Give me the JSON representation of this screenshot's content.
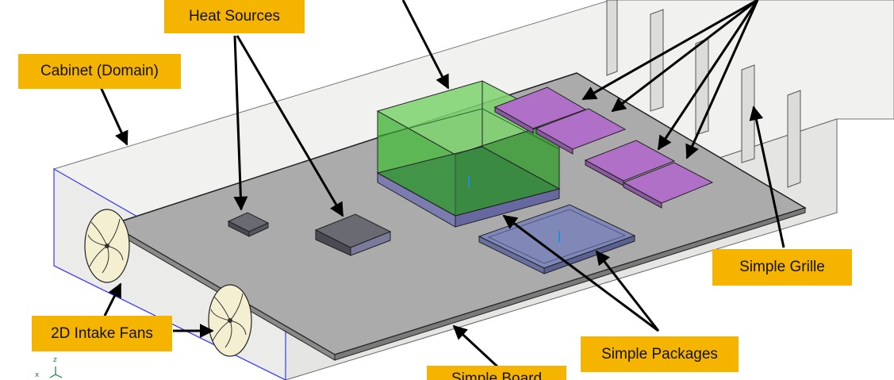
{
  "labels": {
    "heat_sources": "Heat Sources",
    "cabinet": "Cabinet (Domain)",
    "simple_grille": "Simple Grille",
    "intake_fans": "2D Intake Fans",
    "simple_packages": "Simple Packages",
    "simple_board": "Simple Board"
  },
  "axis": {
    "z": "z",
    "x": "x"
  },
  "colors": {
    "label_bg": "#f5b400",
    "board": "#a9a9a9",
    "board_edge": "#7c7c7c",
    "cabinet": "#ececea",
    "heat_sink_green": "#57c44f",
    "package_purple": "#b070c8",
    "package_blue": "#8088b8",
    "arrow": "#000000"
  }
}
